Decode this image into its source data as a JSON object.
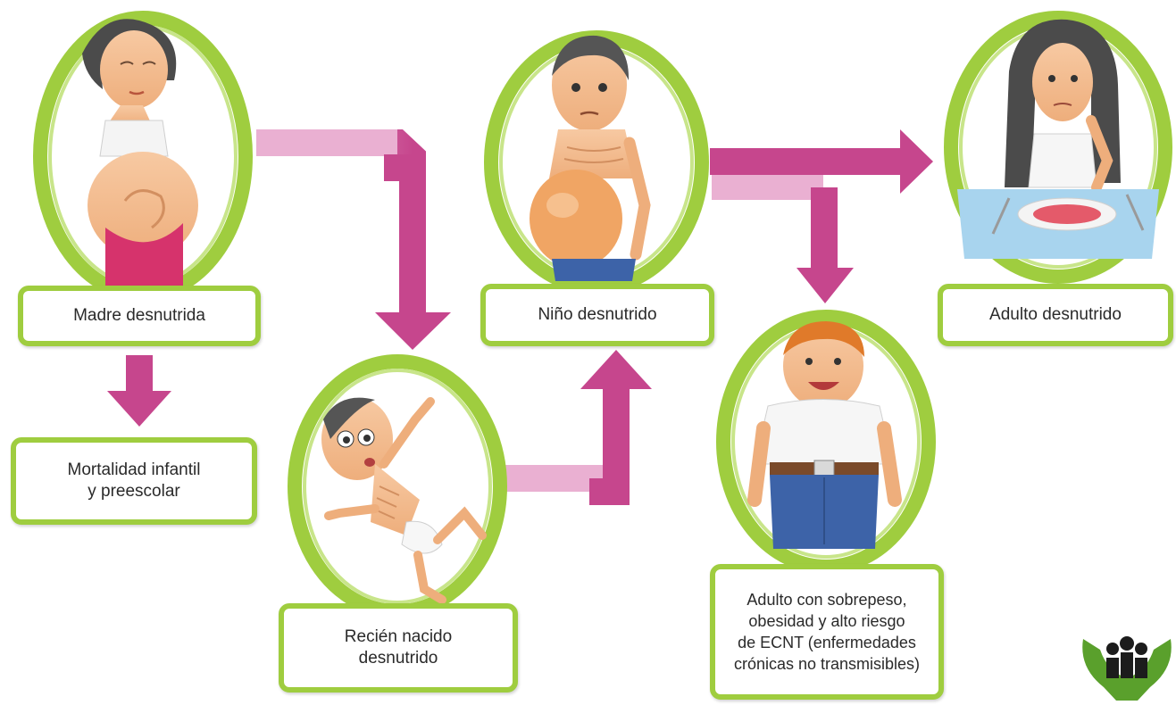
{
  "nodes": {
    "madre": {
      "label": "Madre desnutrida",
      "icon": "pregnant-woman-illustration"
    },
    "mortalidad": {
      "label": "Mortalidad infantil\ny preescolar"
    },
    "recien_nacido": {
      "label": "Recién nacido\ndesnutrido",
      "icon": "malnourished-baby-illustration"
    },
    "nino": {
      "label": "Niño desnutrido",
      "icon": "malnourished-child-illustration"
    },
    "adulto_sobrepeso": {
      "label": "Adulto con sobrepeso,\nobesidad y alto riesgo\nde ECNT (enfermedades\ncrónicas no transmisibles)",
      "icon": "overweight-adult-illustration"
    },
    "adulto_desnutrido": {
      "label": "Adulto desnutrido",
      "icon": "malnourished-adult-illustration"
    }
  },
  "logo": {
    "icon": "family-hands-logo-icon"
  },
  "colors": {
    "ring": "#9fcd3f",
    "ring_dark": "#86b52c",
    "arrow": "#c6468d",
    "arrow_light": "#e9a3cc",
    "box_border": "#9fcd3f",
    "logo_green": "#5aa02c"
  }
}
